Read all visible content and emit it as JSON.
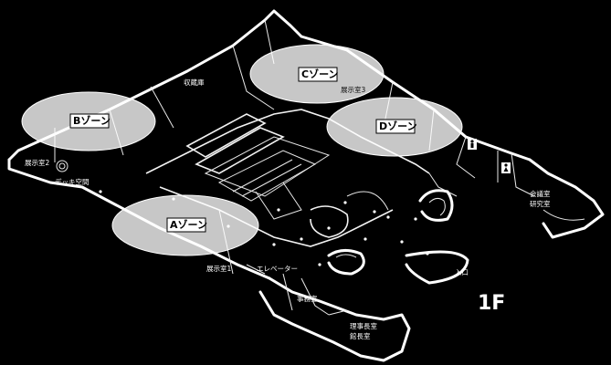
{
  "diagram": {
    "floor_label": "1F",
    "zones": {
      "a": "Aゾーン",
      "b": "Bゾーン",
      "c": "Cゾーン",
      "d": "Dゾーン"
    },
    "rooms": {
      "storage": "収蔵庫",
      "gallery3": "展示室3",
      "gallery2": "展示室2",
      "deck": "デッキ空間",
      "gallery1": "展示室1",
      "elevator": "エレベーター",
      "office": "事務室",
      "director1": "理事長室",
      "director2": "館長室",
      "meeting": "会議室",
      "research": "研究室",
      "entrance": "入口"
    }
  }
}
